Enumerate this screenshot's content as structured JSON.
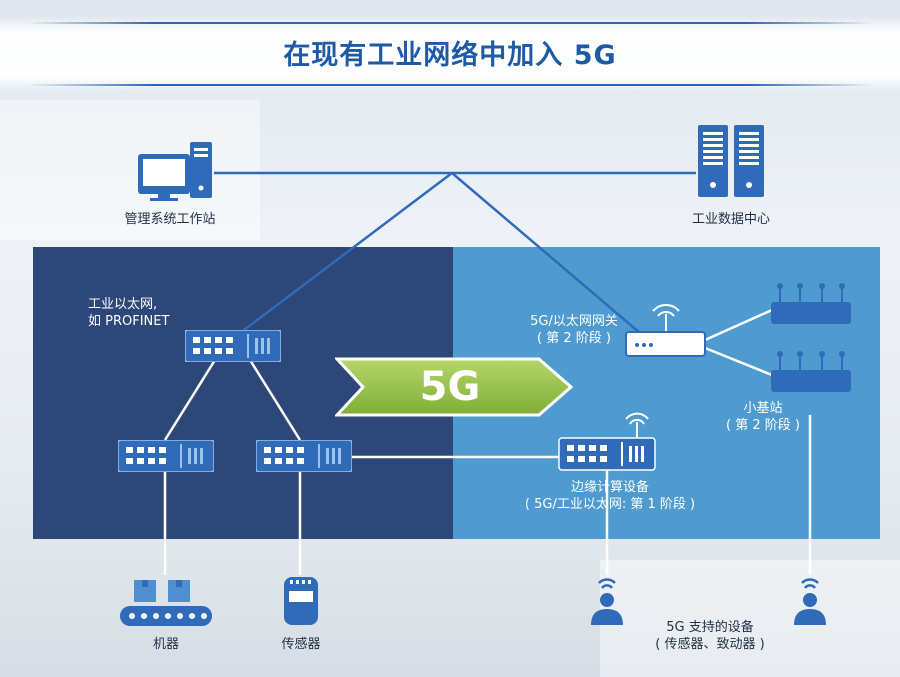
{
  "title": "在现有工业网络中加入 5G",
  "nodes": {
    "workstation": {
      "label": "管理系统工作站"
    },
    "datacenter": {
      "label": "工业数据中心"
    },
    "ethernet": {
      "label_line1": "工业以太网,",
      "label_line2": "如 PROFINET"
    },
    "gateway": {
      "label_line1": "5G/以太网网关",
      "label_line2": "( 第 2 阶段 )"
    },
    "small_cell": {
      "label_line1": "小基站",
      "label_line2": "( 第 2 阶段 )"
    },
    "edge": {
      "label_line1": "边缘计算设备",
      "label_line2": "( 5G/工业以太网: 第 1 阶段 )"
    },
    "machine": {
      "label": "机器"
    },
    "sensor": {
      "label": "传感器"
    },
    "devices_5g": {
      "label_line1": "5G 支持的设备",
      "label_line2": "( 传感器、致动器 )"
    }
  },
  "banner_5g": {
    "text": "5G"
  },
  "colors": {
    "left_panel": "#2d4779",
    "right_panel": "#4f9bd0",
    "title": "#1f5aa6",
    "device": "#2f6bb8",
    "arrow_green": "#8cbd3f"
  },
  "icons": [
    "computer-icon",
    "server-icon",
    "switch-icon",
    "router-icon",
    "wifi-icon",
    "conveyor-icon",
    "sensor-icon",
    "person-wireless-icon"
  ]
}
